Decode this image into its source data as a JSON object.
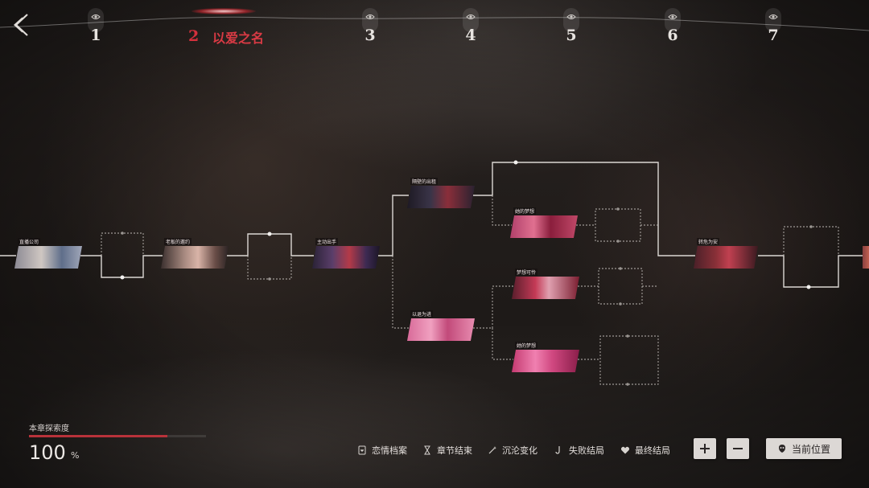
{
  "chapters": [
    {
      "number": "1"
    },
    {
      "number": "2",
      "title": "以爱之名",
      "active": true
    },
    {
      "number": "3"
    },
    {
      "number": "4"
    },
    {
      "number": "5"
    },
    {
      "number": "6"
    },
    {
      "number": "7"
    }
  ],
  "nodes": [
    {
      "label": "直播公司"
    },
    {
      "label": "老板的邀约"
    },
    {
      "label": "主动出手"
    },
    {
      "label": "隔壁的出租"
    },
    {
      "label": "以退为进"
    },
    {
      "label": "她的梦想"
    },
    {
      "label": "梦想可怜"
    },
    {
      "label": "她的梦想"
    },
    {
      "label": "转危为安"
    }
  ],
  "progress": {
    "title": "本章探索度",
    "value": "100",
    "unit": "%",
    "fraction": 1.0
  },
  "legend": [
    {
      "label": "恋情档案",
      "icon": "heart-file-icon"
    },
    {
      "label": "章节结束",
      "icon": "hourglass-icon"
    },
    {
      "label": "沉沦变化",
      "icon": "sparkle-wand-icon"
    },
    {
      "label": "失败结局",
      "icon": "hook-icon"
    },
    {
      "label": "最终结局",
      "icon": "heart-icon"
    }
  ],
  "controls": {
    "locate_label": "当前位置"
  },
  "colors": {
    "accent": "#d4303c",
    "text": "#e8e4e0",
    "button_bg": "#dcd8d5"
  }
}
